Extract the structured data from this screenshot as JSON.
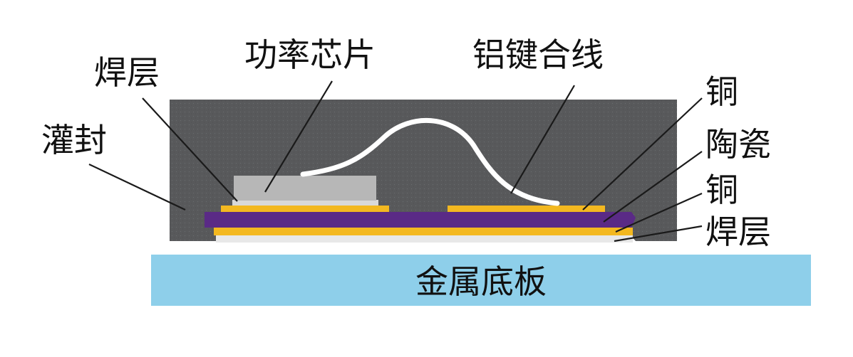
{
  "labels": {
    "solder_top": "焊层",
    "power_chip": "功率芯片",
    "al_bond_wire": "铝键合线",
    "potting": "灌封",
    "copper_top": "铜",
    "ceramic": "陶瓷",
    "copper_bottom": "铜",
    "solder_bottom": "焊层",
    "metal_base": "金属底板"
  },
  "colors": {
    "potting": "#58595b",
    "chip": "#b7b7b7",
    "copper": "#f3b820",
    "ceramic": "#5a2a86",
    "solder": "#e8e8e8",
    "base_plate": "#8ecfea",
    "wire": "#ffffff",
    "leader": "#1a1a1a"
  }
}
